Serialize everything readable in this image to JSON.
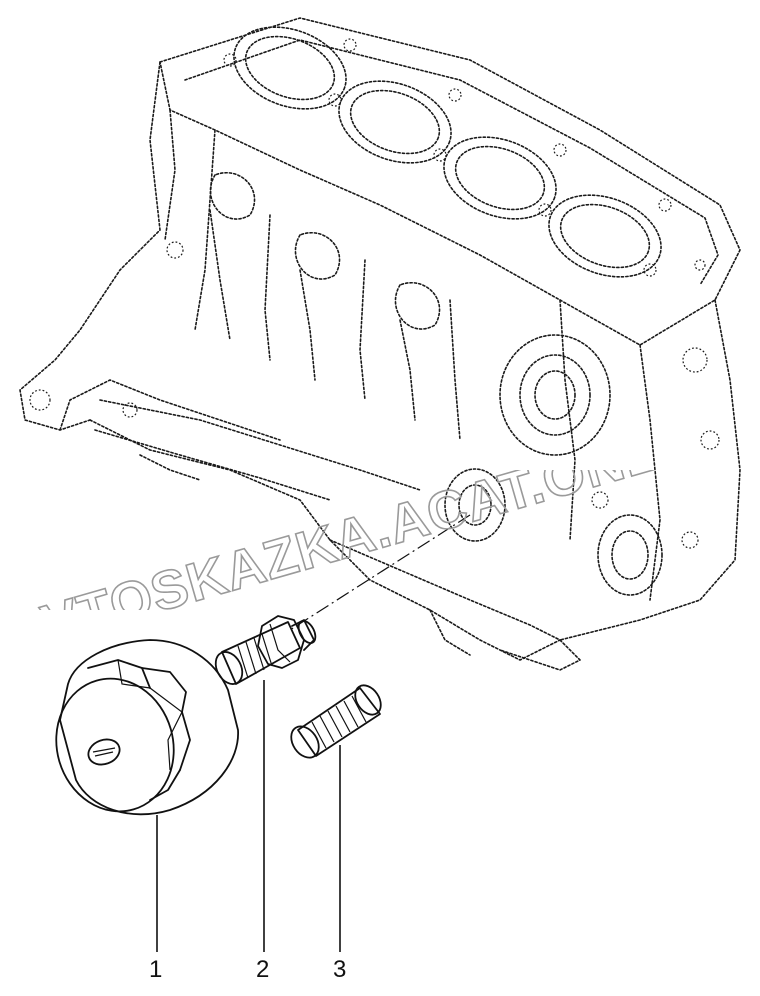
{
  "callouts": {
    "part_1": "1",
    "part_2": "2",
    "part_3": "3"
  },
  "watermark": {
    "text": "AVTOSKAZKA.ACAT.ONLINE",
    "color": "#9a9a9a"
  },
  "colors": {
    "line": "#1a1a1a",
    "background": "#ffffff"
  }
}
